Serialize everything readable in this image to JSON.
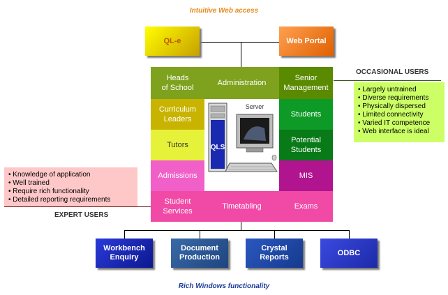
{
  "top_caption": "Intuitive Web access",
  "bottom_caption": "Rich Windows functionality",
  "top_boxes": [
    {
      "label": "QL-e",
      "color_start": "#ffff00",
      "color_end": "#c8a000",
      "text_color": "#c05800"
    },
    {
      "label": "Web Portal",
      "color_start": "#ffa050",
      "color_end": "#e06000",
      "text_color": "#ffffff"
    }
  ],
  "grid": {
    "cells": [
      {
        "label": "Heads\nof School",
        "color": "#7ea21e"
      },
      {
        "label": "Administration",
        "color": "#7ea21e"
      },
      {
        "label": "Senior\nManagement",
        "color": "#5a8a00"
      },
      {
        "label": "Curriculum\nLeaders",
        "color": "#c8b400"
      },
      {
        "label": "Students",
        "color": "#0e9a26"
      },
      {
        "label": "Tutors",
        "color": "#e6f23a"
      },
      {
        "label": "Potential\nStudents",
        "color": "#087a18"
      },
      {
        "label": "Admissions",
        "color": "#f060c8"
      },
      {
        "label": "MIS",
        "color": "#b0148e"
      },
      {
        "label": "Student\nServices",
        "color": "#f04aa6"
      },
      {
        "label": "Timetabling",
        "color": "#f04aa6"
      },
      {
        "label": "Exams",
        "color": "#f04aa6"
      }
    ],
    "server_label": "Server",
    "tower_label": "QLS"
  },
  "occasional_users": {
    "title": "OCCASIONAL USERS",
    "items": [
      "Largely untrained",
      "Diverse requirements",
      "Physically dispersed",
      "Limited connectivity",
      "Varied IT competence",
      "Web interface is ideal"
    ]
  },
  "expert_users": {
    "title": "EXPERT USERS",
    "items": [
      "Knowledge of application",
      "Well trained",
      "Require rich functionality",
      "Detailed reporting requirements"
    ]
  },
  "bottom_boxes": [
    {
      "label": "Workbench\nEnquiry",
      "color_start": "#2a3ad8",
      "color_end": "#0c1890"
    },
    {
      "label": "Document\nProduction",
      "color_start": "#3a6aa8",
      "color_end": "#1e4580"
    },
    {
      "label": "Crystal\nReports",
      "color_start": "#2a58c0",
      "color_end": "#163a8e"
    },
    {
      "label": "ODBC",
      "color_start": "#3a4ae0",
      "color_end": "#1c2aa8"
    }
  ],
  "colors": {
    "caption": "#e88a1a",
    "caption_bottom": "#1a3a9a",
    "occasional_bg": "#ccff66",
    "expert_bg": "#ffc8c8",
    "title_text": "#333333",
    "connector_occasional": "#3a5a1a",
    "connector_expert": "#6a1a1a"
  }
}
